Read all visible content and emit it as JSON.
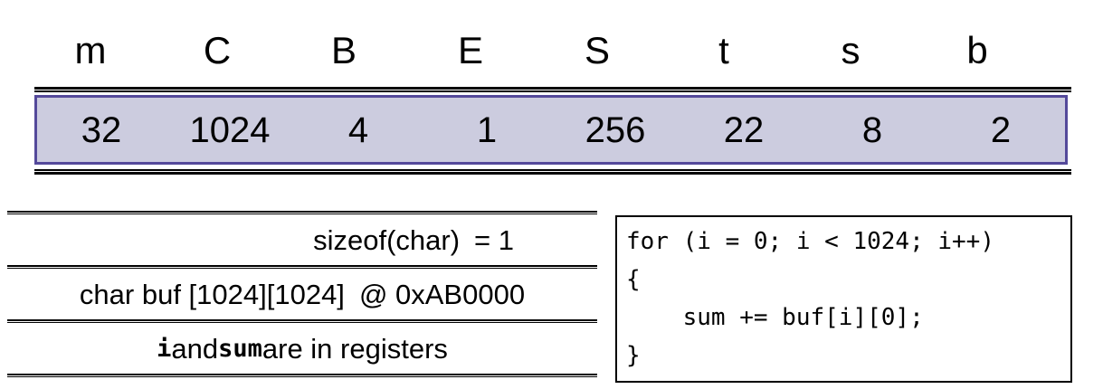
{
  "params_table": {
    "headers": [
      "m",
      "C",
      "B",
      "E",
      "S",
      "t",
      "s",
      "b"
    ],
    "values": [
      "32",
      "1024",
      "4",
      "1",
      "256",
      "22",
      "8",
      "2"
    ],
    "highlight_fill": "#ccccdf",
    "highlight_border": "#54499a"
  },
  "facts_table": {
    "rows": [
      {
        "label": "sizeof(char)",
        "value": "= 1"
      },
      {
        "label": "char buf [1024][1024]",
        "value": "@ 0xAB0000"
      },
      {
        "prefix": "",
        "ident1": "i",
        "middle": " and ",
        "ident2": "sum",
        "suffix": " are in registers"
      }
    ]
  },
  "code_box": {
    "lines": [
      "for (i = 0; i < 1024; i++)",
      "{",
      "    sum += buf[i][0];",
      "}"
    ]
  }
}
